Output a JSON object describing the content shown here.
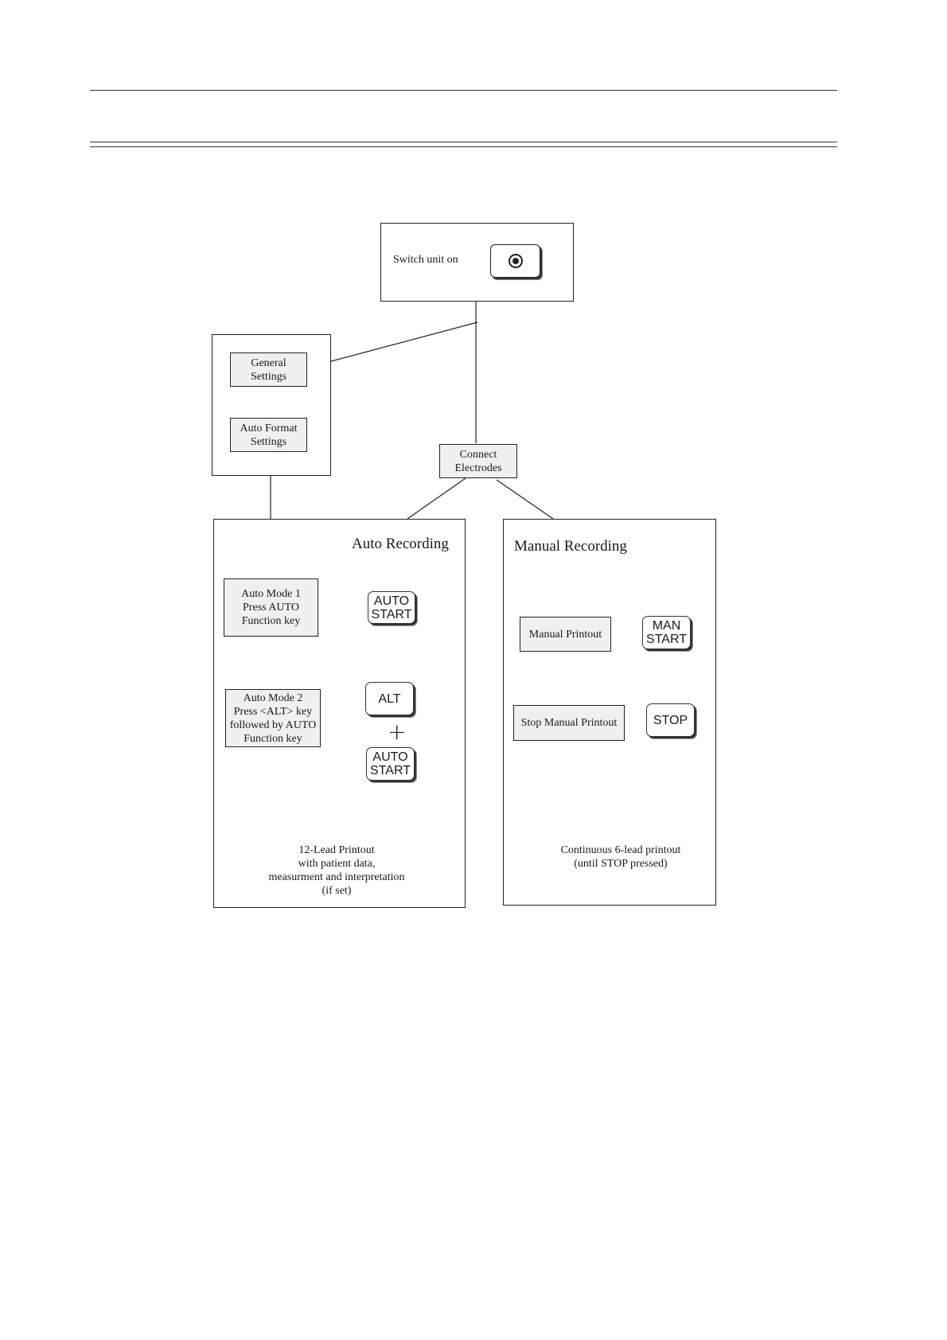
{
  "switch_on": {
    "label": "Switch unit on",
    "power_key": "power-icon"
  },
  "settings": {
    "general": "General\nSettings",
    "auto_format": "Auto Format\nSettings"
  },
  "connect_electrodes": "Connect\nElectrodes",
  "auto_recording": {
    "title": "Auto Recording",
    "mode1": "Auto Mode 1\nPress AUTO\nFunction key",
    "auto_start_key": "AUTO\nSTART",
    "mode2": "Auto Mode 2\nPress <ALT> key\nfollowed by AUTO\nFunction key",
    "alt_key": "ALT",
    "plus": "+",
    "result": "12-Lead Printout\nwith patient data,\nmeasurment and interpretation\n(if set)"
  },
  "manual_recording": {
    "title": "Manual Recording",
    "manual_printout": "Manual Printout",
    "man_start_key": "MAN\nSTART",
    "stop_manual_printout": "Stop Manual Printout",
    "stop_key": "STOP",
    "result": "Continuous 6-lead printout\n(until STOP pressed)"
  }
}
